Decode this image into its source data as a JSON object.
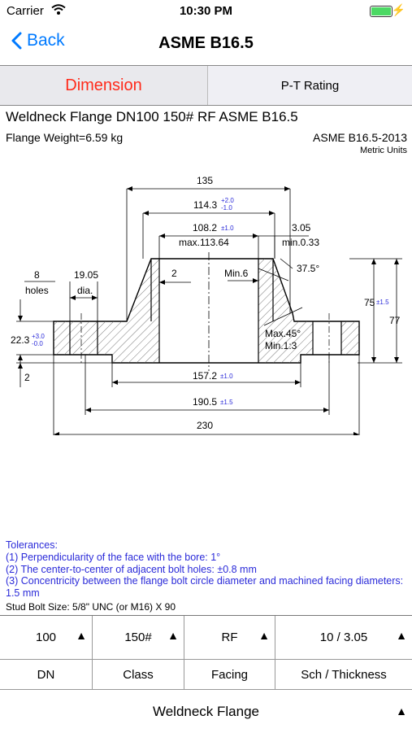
{
  "status": {
    "carrier": "Carrier",
    "time": "10:30 PM"
  },
  "nav": {
    "back_label": "Back",
    "title": "ASME B16.5"
  },
  "segments": {
    "dimension": "Dimension",
    "pt_rating": "P-T Rating"
  },
  "header": {
    "title": "Weldneck Flange DN100 150# RF ASME B16.5",
    "weight": "Flange Weight=6.59 kg",
    "standard": "ASME B16.5-2013",
    "units": "Metric Units"
  },
  "drawing": {
    "d135": "135",
    "d114": "114.3",
    "d114_tol_plus": "+2.0",
    "d114_tol_minus": "-1.0",
    "d108": "108.2",
    "tol_1_0": "±1.0",
    "max113": "max.113.64",
    "d305": "3.05",
    "min033": "min.0.33",
    "holes_n": "8",
    "holes_label": "holes",
    "d1905": "19.05",
    "dia_label": "dia.",
    "d2a": "2",
    "min6": "Min.6",
    "ang375": "37.5°",
    "d75": "75",
    "tol_1_5": "±1.5",
    "d77": "77",
    "d223": "22.3",
    "d223_tol_plus": "+3.0",
    "d223_tol_minus": "-0.0",
    "d2b": "2",
    "max45": "Max.45°",
    "min13": "Min.1:3",
    "d1572": "157.2",
    "d1905b": "190.5",
    "d230": "230"
  },
  "tolerances": {
    "heading": "Tolerances:",
    "t1": "(1) Perpendicularity of the face with the bore: 1°",
    "t2": "(2) The center-to-center of adjacent bolt holes: ±0.8 mm",
    "t3": "(3) Concentricity between the flange bolt circle diameter and machined facing diameters: 1.5 mm"
  },
  "stud": "Stud Bolt Size: 5/8\" UNC (or M16) X 90",
  "selectors": {
    "dn_value": "100",
    "class_value": "150#",
    "facing_value": "RF",
    "sch_value": "10 / 3.05",
    "dn_label": "DN",
    "class_label": "Class",
    "facing_label": "Facing",
    "sch_label": "Sch / Thickness",
    "type_value": "Weldneck Flange"
  }
}
